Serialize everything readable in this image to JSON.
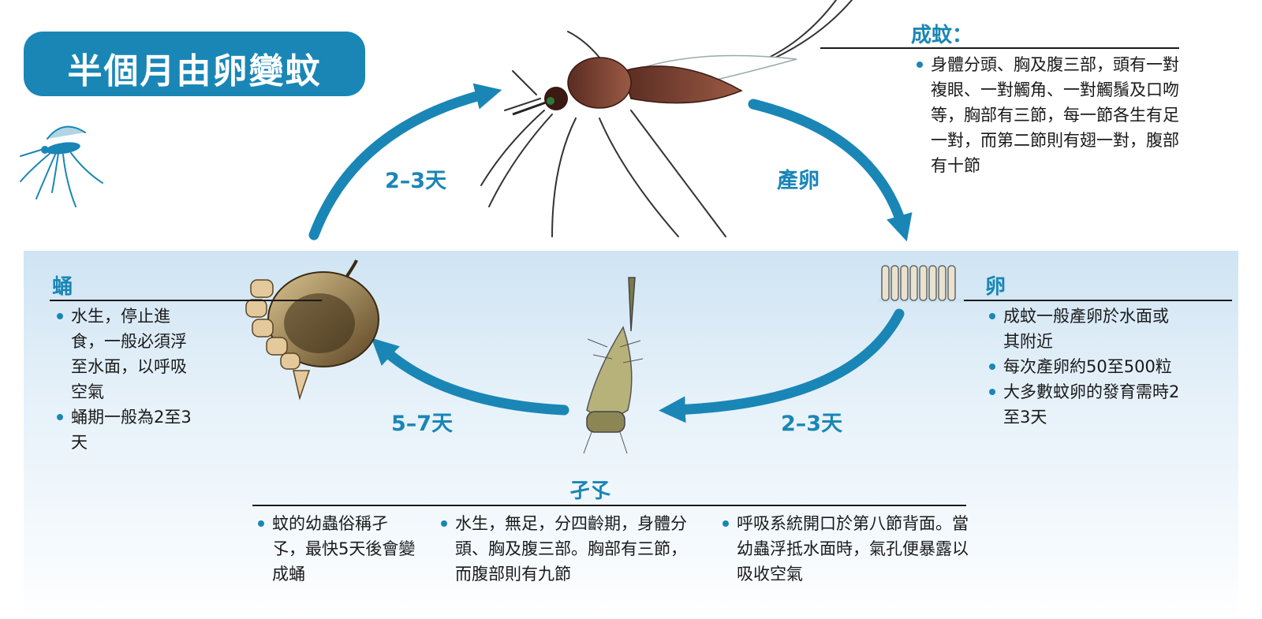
{
  "title": "半個月由卵變蚊",
  "stages": {
    "adult": {
      "title": "成蚊：",
      "notes": [
        "身體分頭、胸及腹三部，頭有一對複眼、一對觸角、一對觸鬚及口吻等，胸部有三節，每一節各生有足一對，而第二節則有翅一對，腹部有十節"
      ]
    },
    "egg": {
      "title": "卵",
      "notes": [
        "成蚊一般產卵於水面或其附近",
        "每次產卵約50至500粒",
        "大多數蚊卵的發育需時2至3天"
      ]
    },
    "larva": {
      "title": "孑孓",
      "notes": [
        "蚊的幼蟲俗稱孑孓，最快5天後會變成蛹",
        "水生，無足，分四齡期，身體分頭、胸及腹三部。胸部有三節，而腹部則有九節",
        "呼吸系統開口於第八節背面。當幼蟲浮抵水面時，氣孔便暴露以吸收空氣"
      ]
    },
    "pupa": {
      "title": "蛹",
      "notes": [
        "水生，停止進食，一般必須浮至水面，以呼吸空氣",
        "蛹期一般為2至3天"
      ]
    }
  },
  "transitions": {
    "pupa_to_adult": "2–3天",
    "adult_to_egg": "產卵",
    "egg_to_larva": "2–3天",
    "larva_to_pupa": "5–7天"
  },
  "colors": {
    "accent": "#1a86b6",
    "water_top": "#cfe4f3",
    "text": "#1a1a1a"
  }
}
